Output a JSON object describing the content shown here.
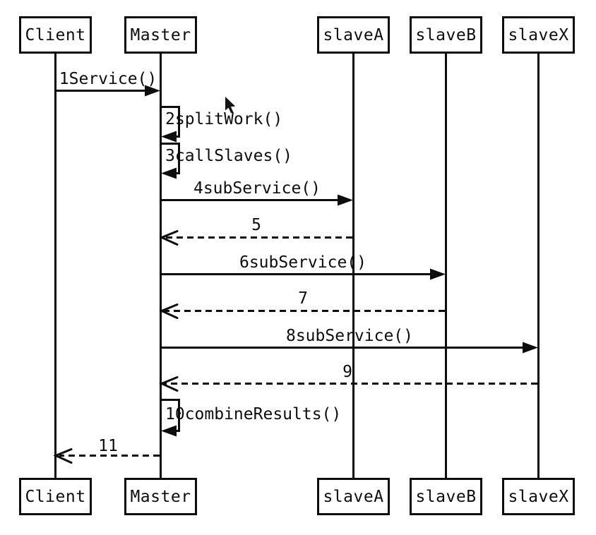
{
  "diagram": {
    "type": "uml-sequence-diagram",
    "background_color": "#ffffff",
    "line_color": "#0d0d0d"
  },
  "actors": [
    {
      "id": "client",
      "label": "Client"
    },
    {
      "id": "master",
      "label": "Master"
    },
    {
      "id": "slaveA",
      "label": "slaveA"
    },
    {
      "id": "slaveB",
      "label": "slaveB"
    },
    {
      "id": "slaveX",
      "label": "slaveX"
    }
  ],
  "messages": [
    {
      "seq": 1,
      "label": "1Service()",
      "from": "Client",
      "to": "Master",
      "type": "sync-solid-arrow"
    },
    {
      "seq": 2,
      "label": "2splitWork()",
      "from": "Master",
      "to": "Master",
      "type": "self-call"
    },
    {
      "seq": 3,
      "label": "3callSlaves()",
      "from": "Master",
      "to": "Master",
      "type": "self-call"
    },
    {
      "seq": 4,
      "label": "4subService()",
      "from": "Master",
      "to": "slaveA",
      "type": "sync-solid-arrow"
    },
    {
      "seq": 5,
      "label": "5",
      "from": "slaveA",
      "to": "Master",
      "type": "return-dashed-arrow"
    },
    {
      "seq": 6,
      "label": "6subService()",
      "from": "Master",
      "to": "slaveB",
      "type": "sync-solid-arrow"
    },
    {
      "seq": 7,
      "label": "7",
      "from": "slaveB",
      "to": "Master",
      "type": "return-dashed-arrow"
    },
    {
      "seq": 8,
      "label": "8subService()",
      "from": "Master",
      "to": "slaveX",
      "type": "sync-solid-arrow"
    },
    {
      "seq": 9,
      "label": "9",
      "from": "slaveX",
      "to": "Master",
      "type": "return-dashed-arrow"
    },
    {
      "seq": 10,
      "label": "10combineResults()",
      "from": "Master",
      "to": "Master",
      "type": "self-call"
    },
    {
      "seq": 11,
      "label": "11",
      "from": "Master",
      "to": "Client",
      "type": "return-dashed-arrow"
    }
  ],
  "cursor": {
    "visible": "true"
  }
}
